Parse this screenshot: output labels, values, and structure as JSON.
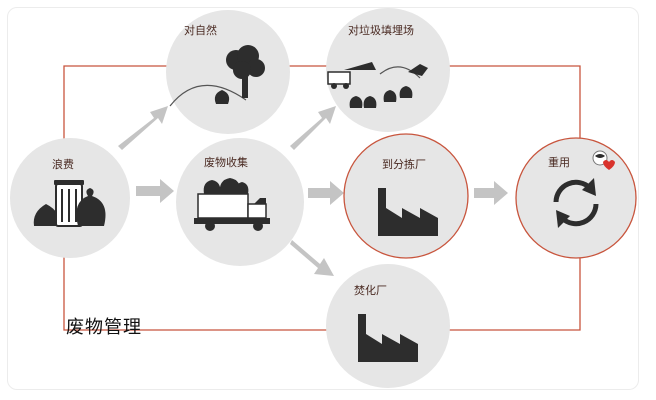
{
  "colors": {
    "accent": "#c8553d",
    "node_fill": "#e6e6e6",
    "arrow_fill": "#c4c4c4",
    "icon": "#2d2d2d",
    "heart": "#d9332c"
  },
  "nodes": {
    "waste": {
      "label": "浪费",
      "icon": "trash-bin-bags-icon"
    },
    "nature": {
      "label": "对自然",
      "icon": "tree-icon"
    },
    "collect": {
      "label": "废物收集",
      "icon": "truck-icon"
    },
    "landfill": {
      "label": "对垃圾填埋场",
      "icon": "landfill-icon"
    },
    "sort": {
      "label": "到分拣厂",
      "icon": "factory-icon"
    },
    "incin": {
      "label": "焚化厂",
      "icon": "factory-icon"
    },
    "reuse": {
      "label": "重用",
      "icon": "recycle-arrows-icon"
    }
  },
  "footer_title": "废物管理"
}
